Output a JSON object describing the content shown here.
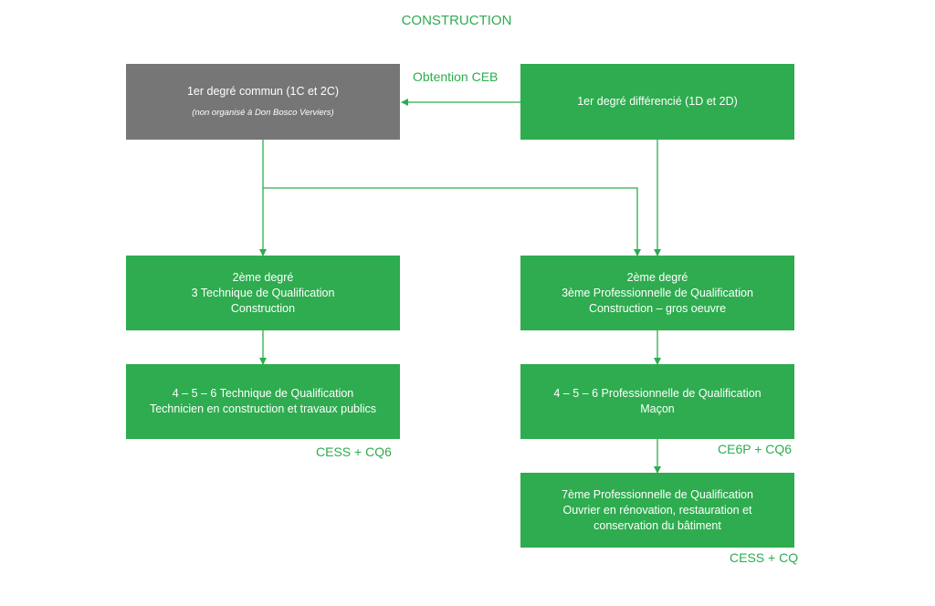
{
  "title": "CONSTRUCTION",
  "boxes": {
    "common": {
      "line1": "1er degré commun (1C et 2C)",
      "note": "(non organisé à Don Bosco Verviers)"
    },
    "differentiated": {
      "line1": "1er degré différencié (1D et 2D)"
    },
    "tq_second": {
      "line1": "2ème degré",
      "line2": "3  Technique de Qualification",
      "line3": "Construction"
    },
    "pq_second": {
      "line1": "2ème degré",
      "line2": "3ème Professionnelle de Qualification",
      "line3": "Construction – gros oeuvre"
    },
    "tq_third": {
      "line1": "4  – 5 – 6 Technique de Qualification",
      "line2": "Technicien en construction et travaux publics"
    },
    "pq_third": {
      "line1": "4 – 5 – 6  Professionnelle de Qualification",
      "line2": "Maçon"
    },
    "pq_seventh": {
      "line1": "7ème Professionnelle de Qualification",
      "line2": "Ouvrier en rénovation, restauration et",
      "line3": "conservation du bâtiment"
    }
  },
  "labels": {
    "obtention": "Obtention CEB",
    "cess_cq6": "CESS + CQ6",
    "ce6p_cq6": "CE6P + CQ6",
    "cess_cq": "CESS + CQ"
  },
  "colors": {
    "green": "#2eac4f",
    "grey": "#767676",
    "text_on_box": "#ffffff"
  }
}
